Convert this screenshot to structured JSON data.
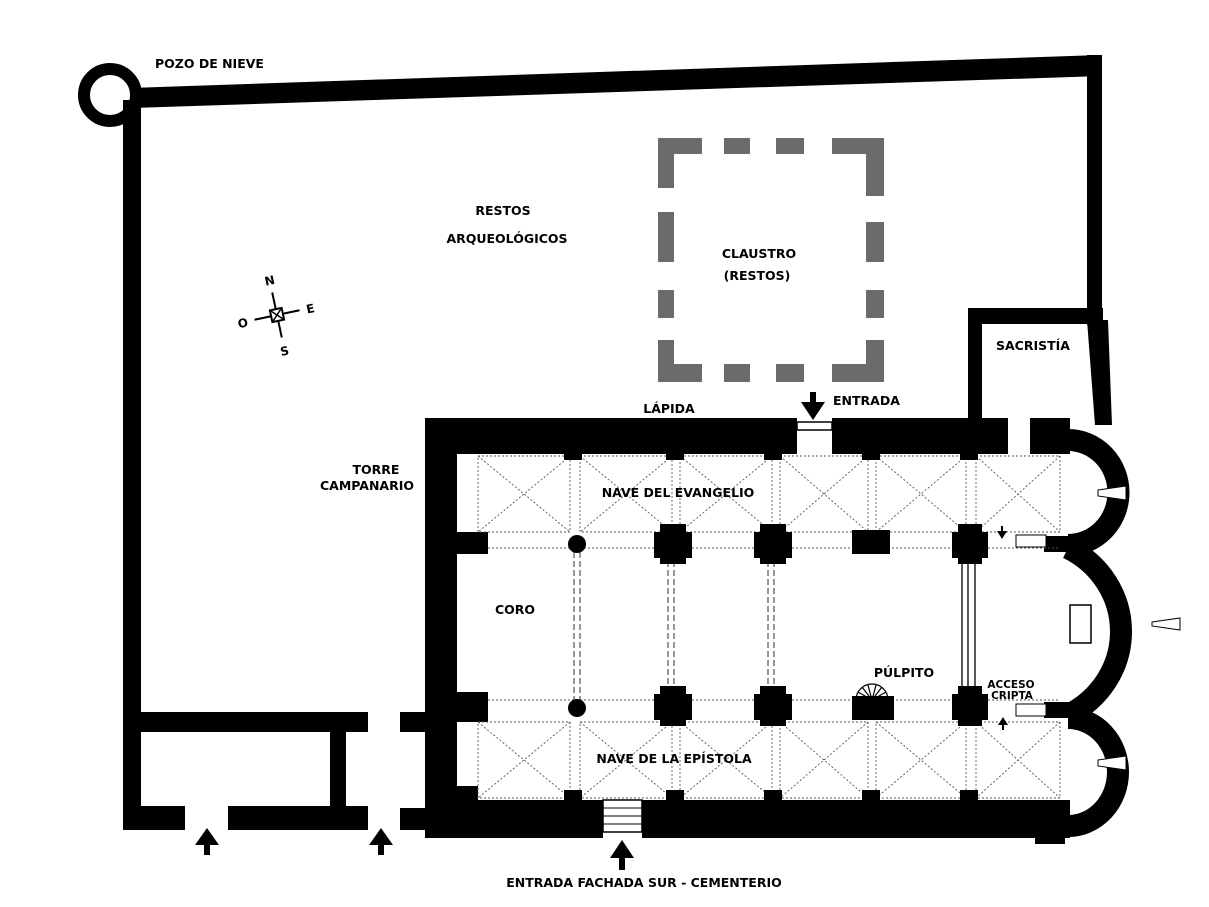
{
  "labels": {
    "pozo": "POZO DE NIEVE",
    "restos_1": "RESTOS",
    "restos_2": "ARQUEOLÓGICOS",
    "claustro_1": "CLAUSTRO",
    "claustro_2": "(RESTOS)",
    "sacristia": "SACRISTÍA",
    "lapida": "LÁPIDA",
    "entrada": "ENTRADA",
    "torre_1": "TORRE",
    "torre_2": "CAMPANARIO",
    "nave_evangelio": "NAVE DEL EVANGELIO",
    "coro": "CORO",
    "pulpito": "PÚLPITO",
    "acceso_1": "ACCESO",
    "acceso_2": "CRIPTA",
    "nave_epistola": "NAVE DE LA EPÍSTOLA",
    "entrada_sur": "ENTRADA FACHADA SUR - CEMENTERIO"
  },
  "compass": {
    "n": "N",
    "s": "S",
    "e": "E",
    "o": "O"
  },
  "colors": {
    "walls": "#000000",
    "cloister": "#6b6b6b",
    "background": "#ffffff"
  },
  "icons": [
    "compass-rose-icon",
    "entrance-arrow-icon",
    "spiral-stair-icon"
  ]
}
